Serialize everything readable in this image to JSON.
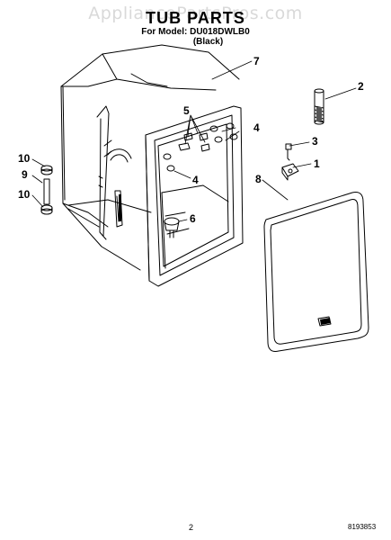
{
  "watermark": "AppliancePartsPros.com",
  "header": {
    "title": "TUB PARTS",
    "model_line": "For Model: DU018DWLB0",
    "color_line": "(Black)"
  },
  "callouts": [
    "1",
    "2",
    "3",
    "4",
    "4",
    "5",
    "6",
    "7",
    "8",
    "9",
    "10",
    "10"
  ],
  "footer": {
    "page_number": "2",
    "document_number": "8193853"
  }
}
